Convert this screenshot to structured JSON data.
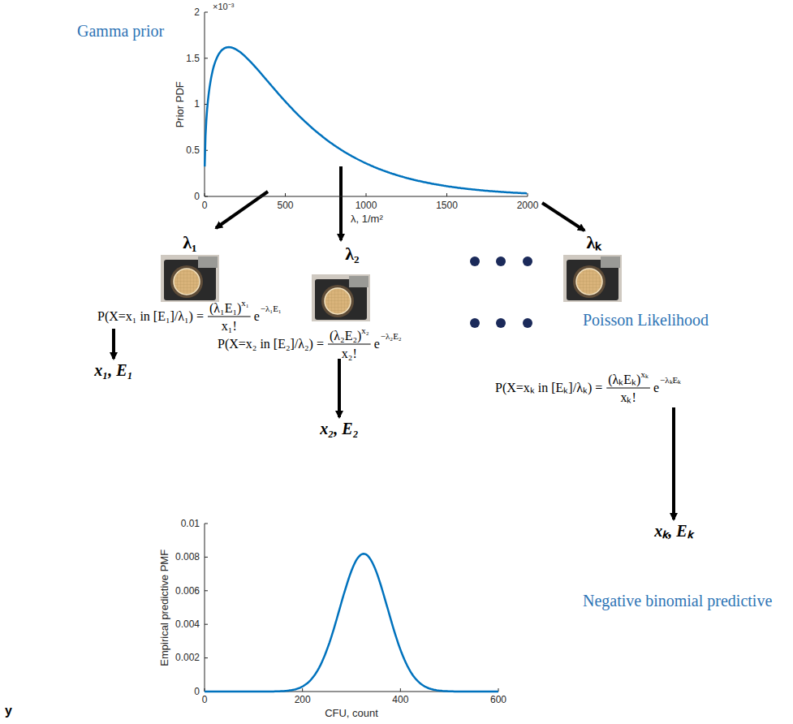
{
  "diagram": {
    "labels": [
      "Gamma prior",
      "×10⁻³",
      "2",
      "1.5",
      "1",
      "0.5",
      "0",
      "0",
      "500",
      "1000",
      "1500",
      "2000",
      "Prior PDF",
      "λ, 1/m²",
      "λ₁",
      "λ₂",
      "λₖ",
      "P(X=x₁ in [E₁]/λ₁) =",
      "(λ₁E₁)",
      "x₁",
      "x₁!",
      "e",
      "−λ₁E₁",
      "P(X=x₂ in [E₂]/λ₂) =",
      "(λ₂E₂)",
      "x₂",
      "x₂!",
      "e",
      "−λ₂E₂",
      "Poisson Likelihood",
      "P(X=xₖ in [Eₖ]/λₖ) =",
      "(λₖEₖ)",
      "xₖ",
      "xₖ!",
      "e",
      "−λₖEₖ",
      "x₁, E₁",
      "x₂, E₂",
      "xₖ, Eₖ",
      "0.01",
      "0.008",
      "0.006",
      "0.004",
      "0.002",
      "0",
      "0",
      "200",
      "400",
      "600",
      "Empirical predictive PMF",
      "CFU, count",
      "Negative binomial predictive",
      "y"
    ]
  }
}
